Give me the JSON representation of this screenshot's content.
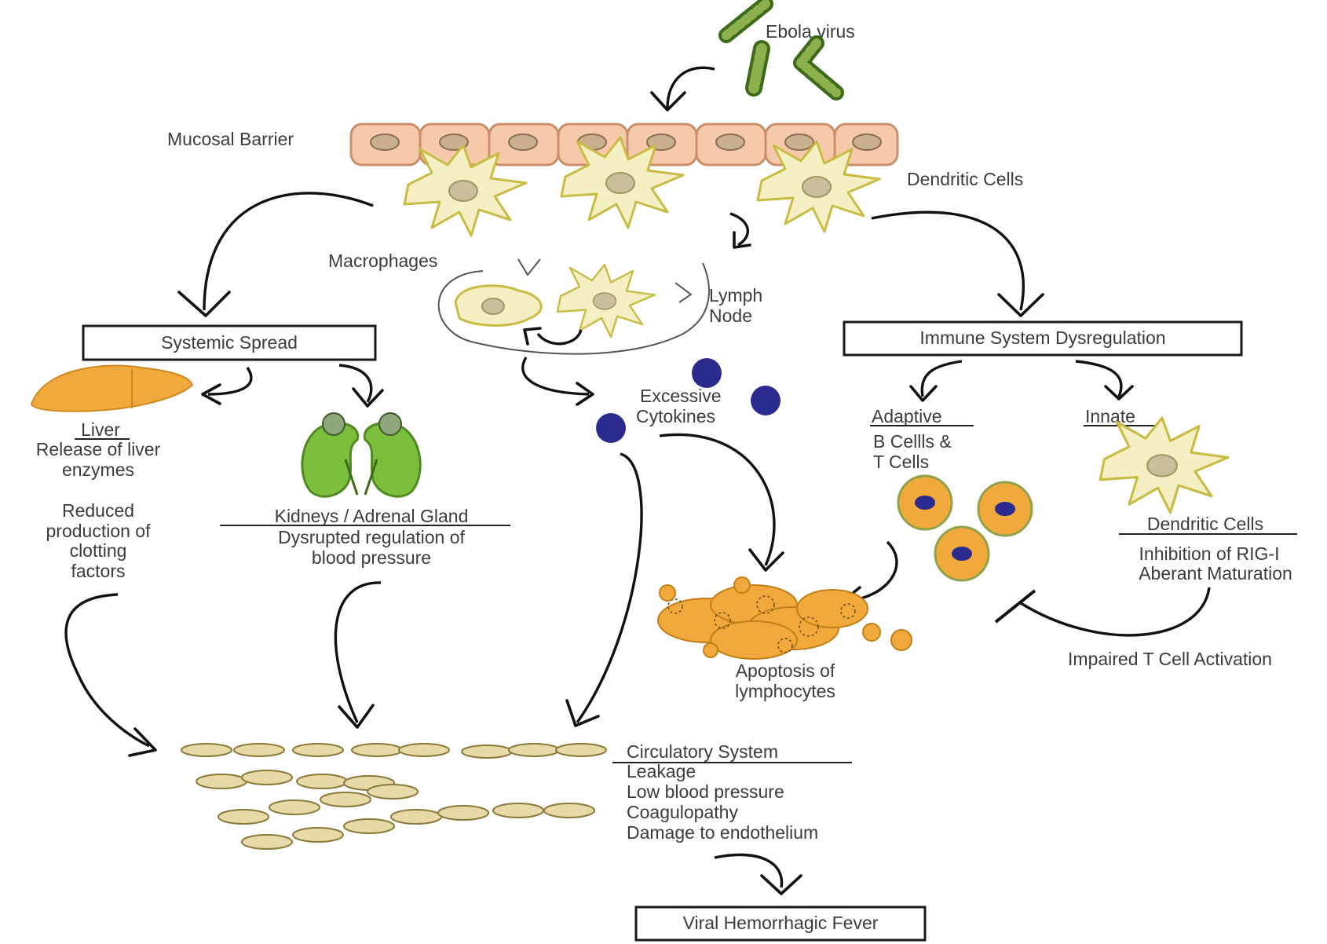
{
  "colors": {
    "virus_green": "#5a8a2a",
    "mucosa_fill": "#f6c9aa",
    "mucosa_stroke": "#c9906a",
    "dendritic_fill": "#f4f0c4",
    "dendritic_stroke": "#c8bc45",
    "nucleus": "#c9bf9a",
    "liver_orange": "#f2a93b",
    "kidney_green": "#7cbf3c",
    "cytokine_purple": "#2b2a8f",
    "lymphocyte_orange": "#f2a93b",
    "vessel_fill": "#e8d9a6",
    "vessel_stroke": "#8a7a3a"
  },
  "top": {
    "ebola_virus": "Ebola virus",
    "mucosal_barrier": "Mucosal Barrier",
    "dendritic_cells": "Dendritic Cells",
    "macrophages": "Macrophages",
    "lymph_node_line1": "Lymph",
    "lymph_node_line2": "Node"
  },
  "systemic": {
    "box_label": "Systemic Spread",
    "liver_title": "Liver",
    "liver_line1": "Release of liver",
    "liver_line2": "enzymes",
    "clotting_line1": "Reduced",
    "clotting_line2": "production of",
    "clotting_line3": "clotting",
    "clotting_line4": "factors",
    "kidney_title": "Kidneys / Adrenal Gland",
    "kidney_line1": "Dysrupted regulation of",
    "kidney_line2": "blood pressure"
  },
  "cytokines": {
    "line1": "Excessive",
    "line2": "Cytokines"
  },
  "immune": {
    "box_label": "Immune System Dysregulation",
    "adaptive": "Adaptive",
    "adaptive_line1": "B Cellls &",
    "adaptive_line2": "T Cells",
    "innate": "Innate",
    "dendritic_title": "Dendritic Cells",
    "dendritic_line1": "Inhibition of RIG-I",
    "dendritic_line2": "Aberant Maturation",
    "impaired": "Impaired T Cell Activation"
  },
  "apoptosis": {
    "line1": "Apoptosis of",
    "line2": "lymphocytes"
  },
  "circulatory": {
    "title": "Circulatory System",
    "items": [
      "Leakage",
      "Low blood pressure",
      "Coagulopathy",
      "Damage to endothelium"
    ]
  },
  "outcome": {
    "box_label": "Viral Hemorrhagic Fever"
  }
}
